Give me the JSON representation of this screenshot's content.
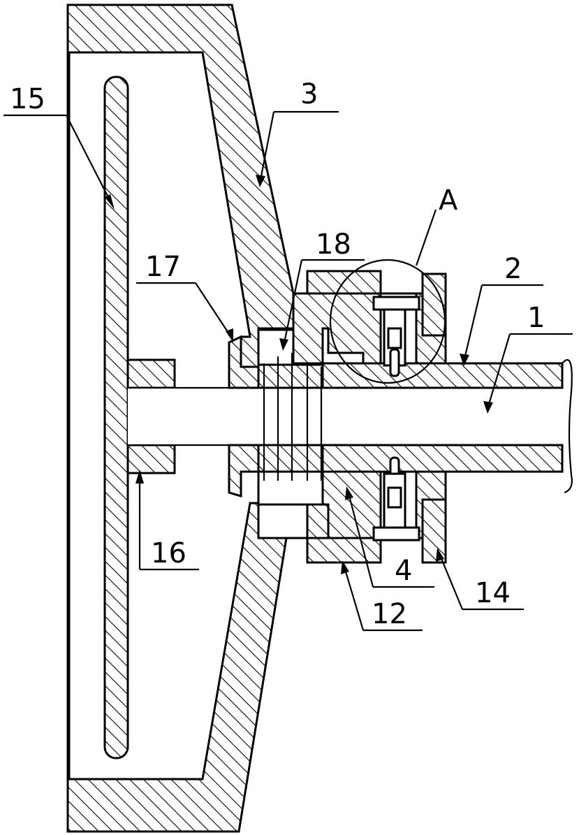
{
  "labels": {
    "shaft": "1",
    "sleeve": "2",
    "housing": "3",
    "bearing_seat": "4",
    "left_ring": "12",
    "right_ring": "14",
    "blade": "15",
    "hub": "16",
    "flange": "17",
    "wires": "18",
    "detail": "A"
  },
  "colors": {
    "ink": "#000000",
    "paper": "#ffffff"
  }
}
